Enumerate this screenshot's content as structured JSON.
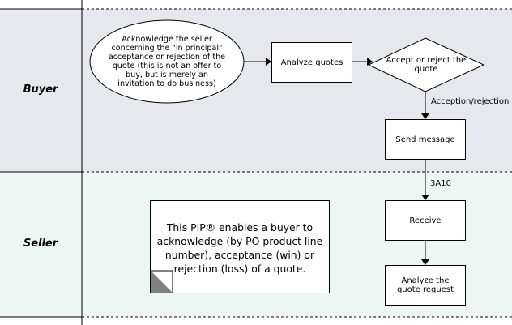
{
  "colors": {
    "buyer_lane_bg": "#e6e8ee",
    "seller_lane_bg": "#eef6f4",
    "border": "#000000",
    "node_fill": "#ffffff",
    "note_corner": "#808080"
  },
  "lanes": [
    {
      "id": "buyer",
      "label": "Buyer"
    },
    {
      "id": "seller",
      "label": "Seller"
    }
  ],
  "nodes": {
    "acknowledge": "Acknowledge the seller concerning the \"in principal\" acceptance or rejection of the quote (this is not an offer to buy, but is merely an invitation to do business)",
    "analyze_quotes": "Analyze quotes",
    "accept_reject": "Accept or reject the quote",
    "send_message": "Send message",
    "receive": "Receive",
    "analyze_request": "Analyze the quote request"
  },
  "edges": {
    "decision_to_send": "Acception/rejection",
    "send_to_receive": "3A10"
  },
  "note": "This PIP® enables a buyer to acknowledge (by PO product line number), acceptance (win) or rejection (loss) of a quote."
}
